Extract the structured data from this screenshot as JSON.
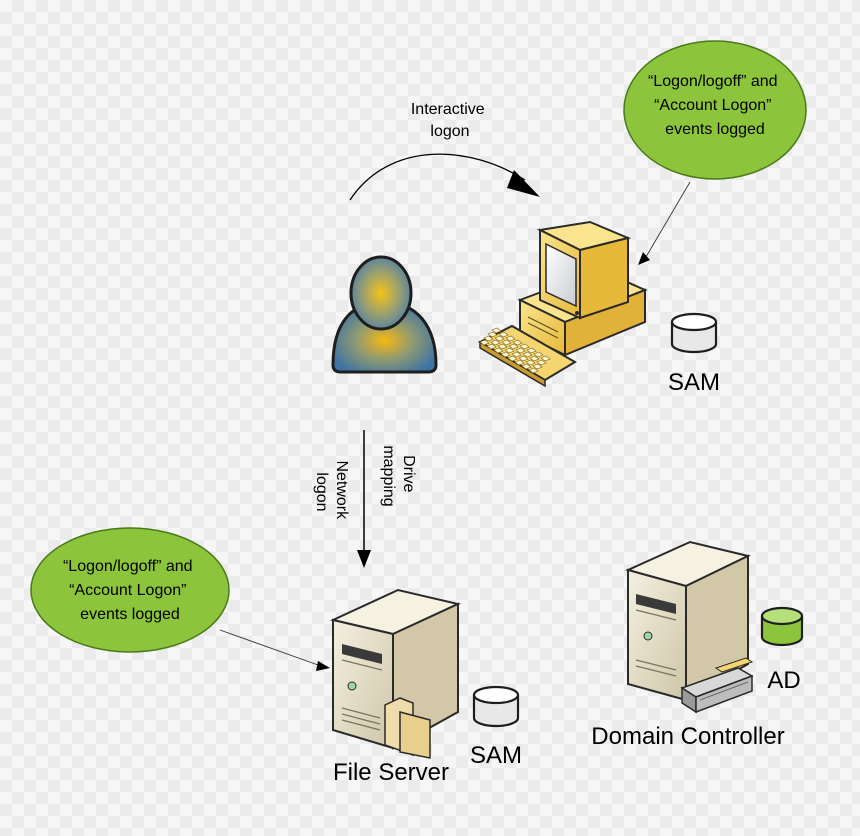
{
  "labels": {
    "interactive_logon": [
      "Interactive",
      "logon"
    ],
    "drive_mapping": [
      "Drive",
      "mapping"
    ],
    "network_logon": [
      "Network",
      "logon"
    ],
    "sam_workstation": "SAM",
    "sam_file_server": "SAM",
    "ad": "AD",
    "file_server": "File Server",
    "domain_controller": "Domain Controller"
  },
  "callouts": {
    "workstation": [
      "“Logon/logoff” and",
      "“Account Logon”",
      "events logged"
    ],
    "file_server": [
      "“Logon/logoff” and",
      "“Account Logon”",
      "events logged"
    ]
  },
  "icons": {
    "user": "user-icon",
    "workstation": "workstation-icon",
    "keyboard": "keyboard-icon",
    "file_server": "file-server-icon",
    "domain_controller": "domain-controller-icon",
    "database": "database-icon"
  },
  "colors": {
    "callout_fill": "#8cc43c",
    "callout_stroke": "#4a7a1a",
    "workstation_body": "#f5d46a",
    "server_body": "#e8e2cc",
    "db_white": "#f4f4f4",
    "db_green": "#8cc43c",
    "user_blue": "#4a7aa0",
    "user_glow": "#f2b416"
  }
}
